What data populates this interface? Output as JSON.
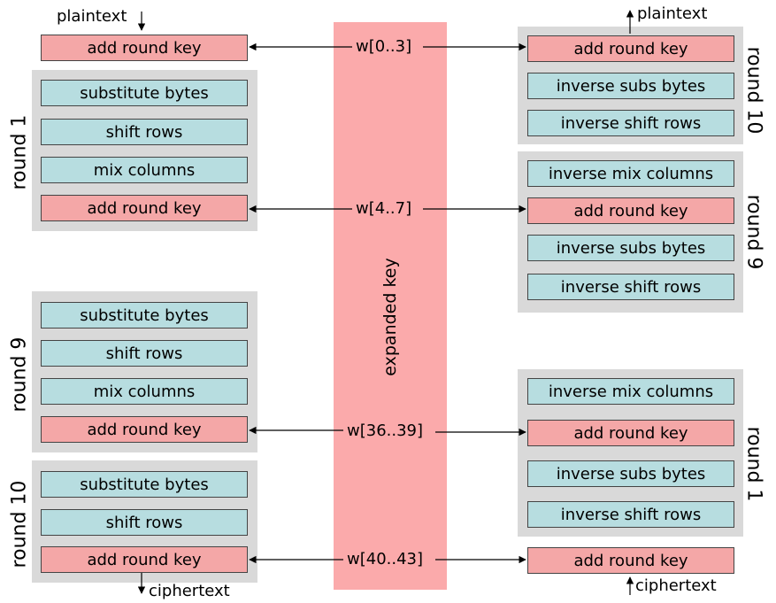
{
  "expanded_key_label": "expanded key",
  "keys": [
    "w[0..3]",
    "w[4..7]",
    "w[36..39]",
    "w[40..43]"
  ],
  "encrypt": {
    "input_label": "plaintext",
    "output_label": "ciphertext",
    "initial": "add round key",
    "rounds": [
      {
        "label": "round 1",
        "steps": [
          "substitute bytes",
          "shift rows",
          "mix columns",
          "add round key"
        ]
      },
      {
        "label": "round 9",
        "steps": [
          "substitute bytes",
          "shift rows",
          "mix columns",
          "add round key"
        ]
      },
      {
        "label": "round 10",
        "steps": [
          "substitute bytes",
          "shift rows",
          "add round key"
        ]
      }
    ]
  },
  "decrypt": {
    "output_label": "plaintext",
    "input_label": "ciphertext",
    "final": "add round key",
    "rounds": [
      {
        "label": "round 10",
        "steps": [
          "add round key",
          "inverse subs bytes",
          "inverse shift rows"
        ]
      },
      {
        "label": "round 9",
        "steps": [
          "inverse mix columns",
          "add round key",
          "inverse subs bytes",
          "inverse shift rows"
        ]
      },
      {
        "label": "round 1",
        "steps": [
          "inverse mix columns",
          "add round key",
          "inverse subs bytes",
          "inverse shift rows"
        ]
      }
    ]
  },
  "colors": {
    "substitution_box": "#b7dde0",
    "key_box": "#f4a7a7",
    "key_bar": "#fbaaab",
    "round_group": "#d9d9d9"
  }
}
